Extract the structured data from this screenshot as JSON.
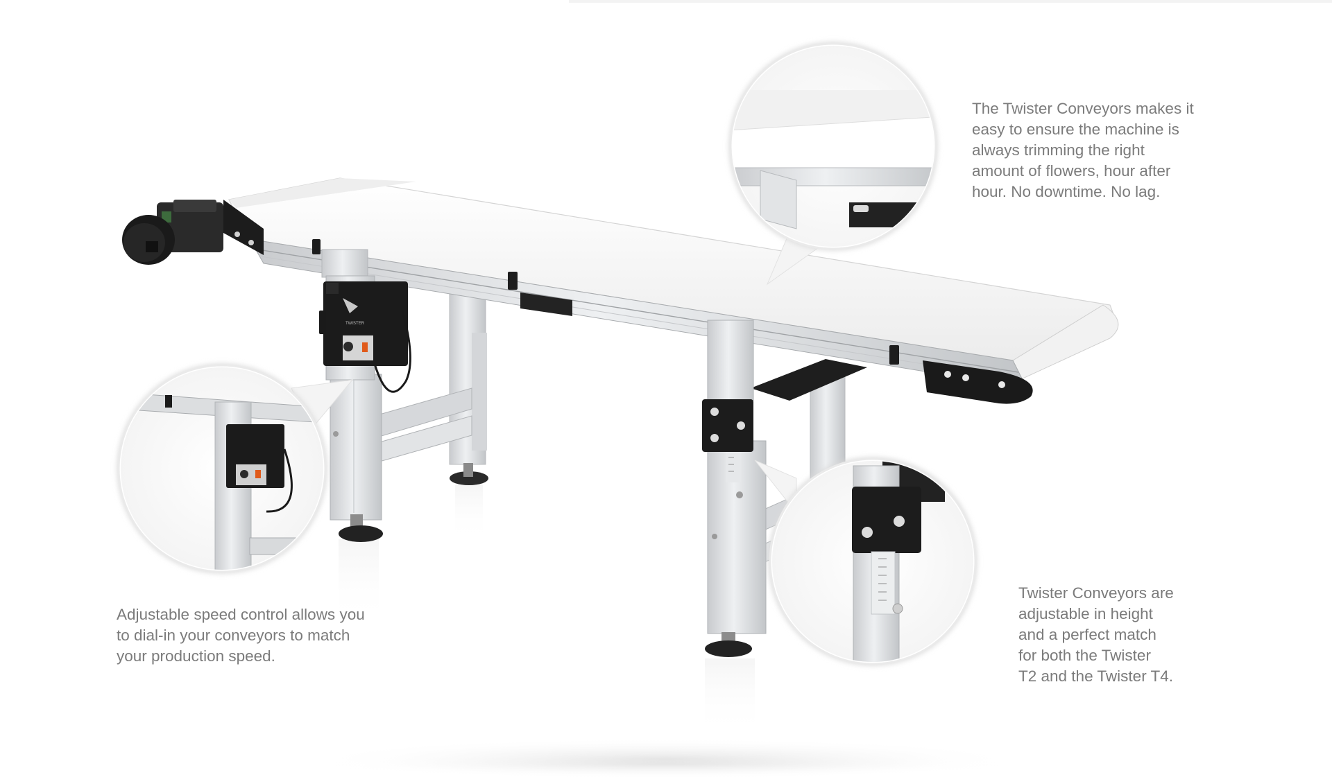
{
  "captions": {
    "belt_alignment": "The Twister Conveyors makes it\neasy to ensure the machine is\nalways trimming the right\namount of flowers, hour after\nhour. No downtime. No lag.",
    "speed_control": "Adjustable speed control allows you\nto dial-in your conveyors to match\nyour production speed.",
    "height_adjust": "Twister Conveyors are\nadjustable in height\nand a perfect match\nfor both the Twister\nT2 and the Twister T4."
  },
  "colors": {
    "caption_text": "#7b7b7b",
    "belt": "#f6f6f6",
    "aluminum": "#dcdee0",
    "black_parts": "#1c1c1c"
  }
}
